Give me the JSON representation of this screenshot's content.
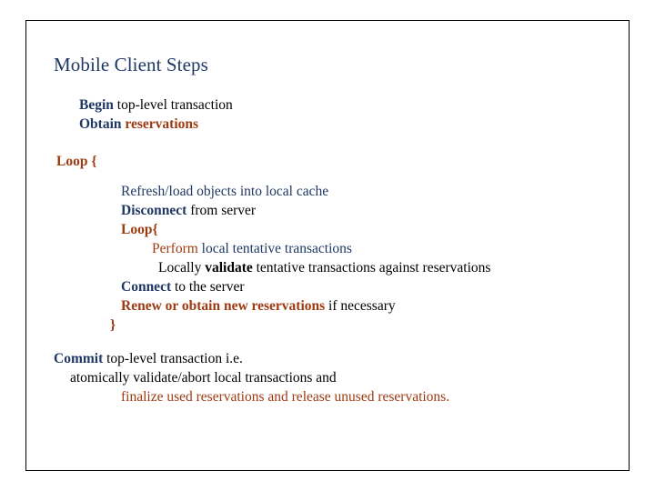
{
  "slide": {
    "title": "Mobile Client Steps",
    "colors": {
      "navy": "#1f3864",
      "rust": "#9e3a12",
      "black": "#000000",
      "border": "#000000",
      "background": "#ffffff"
    },
    "lines": {
      "begin_bold": "Begin",
      "begin_rest": "top-level transaction",
      "obtain_bold": "Obtain",
      "obtain_rest": "reservations",
      "loop_open": "Loop {",
      "refresh": "Refresh/load objects into local cache",
      "disconnect_bold": "Disconnect",
      "disconnect_rest": "from server",
      "inner_loop_open": "Loop{",
      "perform_lead": "Perform",
      "perform_rest": "local tentative transactions",
      "locally_lead": "Locally",
      "locally_bold": "validate",
      "locally_rest": "tentative transactions against reservations",
      "connect_bold": "Connect",
      "connect_rest": "to the server",
      "renew_bold": "Renew or obtain new reservations",
      "renew_rest": "if necessary",
      "inner_loop_close": "}",
      "commit_bold": "Commit",
      "commit_rest": "top-level transaction i.e.",
      "atomically": "atomically validate/abort local transactions and",
      "finalize": "finalize used reservations and release unused reservations."
    }
  }
}
